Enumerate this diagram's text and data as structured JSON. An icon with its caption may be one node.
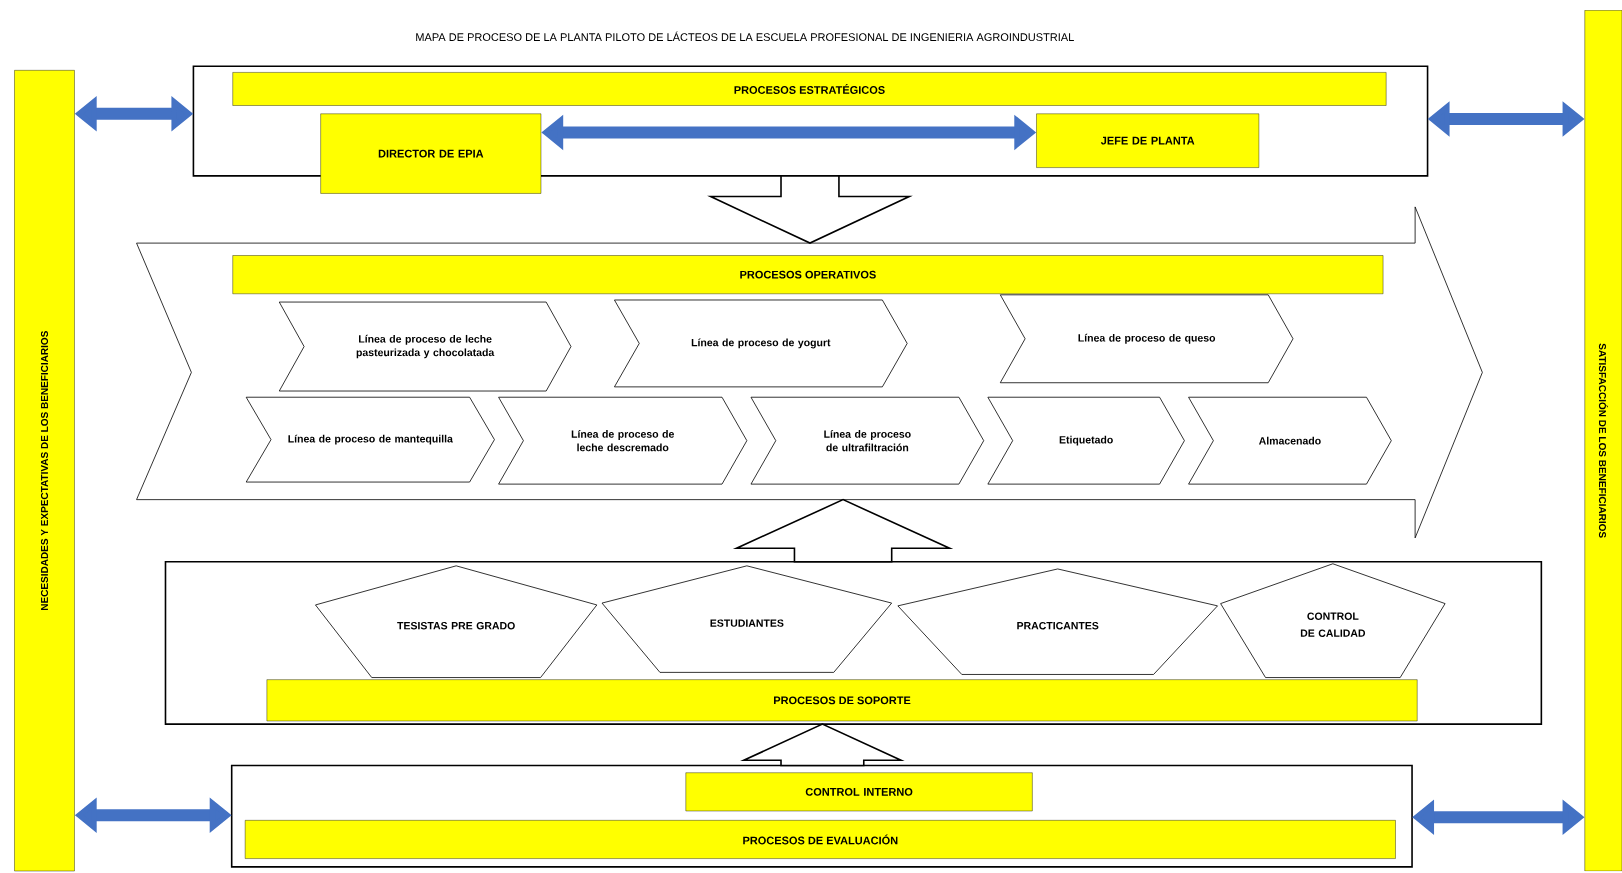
{
  "diagram": {
    "title": "MAPA DE PROCESO DE LA PLANTA PILOTO DE LÁCTEOS DE LA ESCUELA PROFESIONAL DE INGENIERIA AGROINDUSTRIAL",
    "nodes": [
      {
        "text": [
          "NECESIDADES Y EXPECTATIVAS DE LOS BENEFICIARIOS"
        ]
      },
      {
        "text": [
          "SATISFACCIÓN DE LOS BENEFICIARIOS"
        ]
      },
      {
        "text": [
          "PROCESOS ESTRATÉGICOS"
        ]
      },
      {
        "text": [
          "DIRECTOR DE EPIA"
        ],
        "in": 2
      },
      {
        "text": [
          "JEFE DE PLANTA"
        ],
        "in": 2
      },
      {
        "text": [
          "PROCESOS OPERATIVOS"
        ]
      },
      {
        "text": [
          "Línea de proceso de leche pasteurizada y chocolatada"
        ],
        "in": 5
      },
      {
        "text": [
          "Línea de proceso de yogurt"
        ],
        "in": 5
      },
      {
        "text": [
          "Línea de proceso de queso"
        ],
        "in": 5
      },
      {
        "text": [
          "Línea de proceso de mantequilla"
        ],
        "in": 5
      },
      {
        "text": [
          "Línea de proceso de leche descremado"
        ],
        "in": 5
      },
      {
        "text": [
          "Línea de proceso de ultrafiltración"
        ],
        "in": 5
      },
      {
        "text": [
          "Etiquetado"
        ],
        "in": 5
      },
      {
        "text": [
          "Almacenado"
        ],
        "in": 5
      },
      {
        "text": [
          "PROCESOS DE SOPORTE"
        ]
      },
      {
        "text": [
          "TESISTAS PRE GRADO"
        ],
        "in": 14
      },
      {
        "text": [
          "ESTUDIANTES"
        ],
        "in": 14
      },
      {
        "text": [
          "PRACTICANTES"
        ],
        "in": 14
      },
      {
        "text": [
          "CONTROL DE CALIDAD"
        ],
        "in": 14
      },
      {
        "text": [
          "PROCESOS DE EVALUACIÓN"
        ]
      },
      {
        "text": [
          "CONTROL INTERNO"
        ],
        "in": 19
      }
    ],
    "edges": [
      {
        "from": 0,
        "to": 2,
        "arrow": "both"
      },
      {
        "from": 3,
        "to": 4,
        "arrow": "both"
      },
      {
        "from": 2,
        "to": 1,
        "arrow": "both"
      },
      {
        "from": 2,
        "to": 5,
        "arrow": "to",
        "color": "#000000"
      },
      {
        "from": 14,
        "to": 5,
        "arrow": "to",
        "color": "#000000"
      },
      {
        "from": 19,
        "to": 14,
        "arrow": "to",
        "color": "#000000"
      },
      {
        "from": 0,
        "to": 19,
        "arrow": "both"
      },
      {
        "from": 19,
        "to": 1,
        "arrow": "both"
      }
    ]
  }
}
